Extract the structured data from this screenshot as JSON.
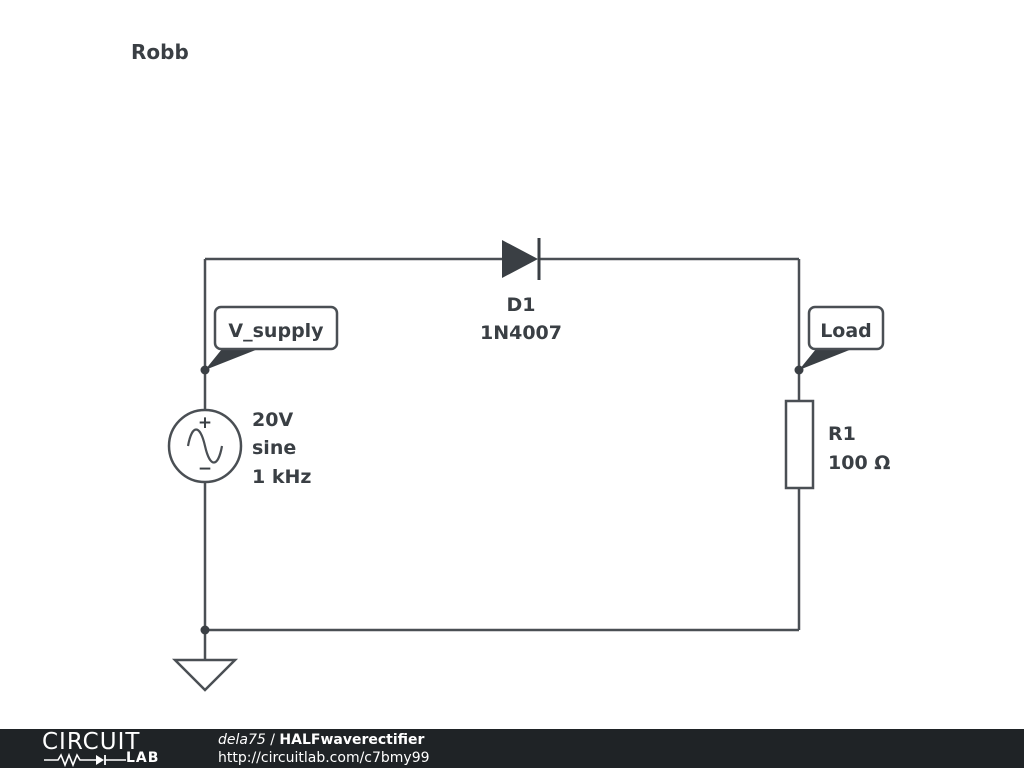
{
  "author": "Robb",
  "components": {
    "diode": {
      "ref": "D1",
      "part": "1N4007"
    },
    "source": {
      "amplitude": "20V",
      "waveform": "sine",
      "frequency": "1 kHz",
      "plus": "+",
      "minus": "−"
    },
    "resistor": {
      "ref": "R1",
      "value": "100 Ω"
    }
  },
  "nodes": {
    "supply_label": "V_supply",
    "load_label": "Load"
  },
  "footer": {
    "logo_top": "CIRCUIT",
    "logo_bottom": "LAB",
    "user": "dela75",
    "separator": " / ",
    "title": "HALFwaverectifier",
    "url": "http://circuitlab.com/c7bmy99"
  },
  "colors": {
    "wire": "#4a4f54",
    "symbol": "#3a3f44",
    "footer_bg": "#1f2326"
  }
}
